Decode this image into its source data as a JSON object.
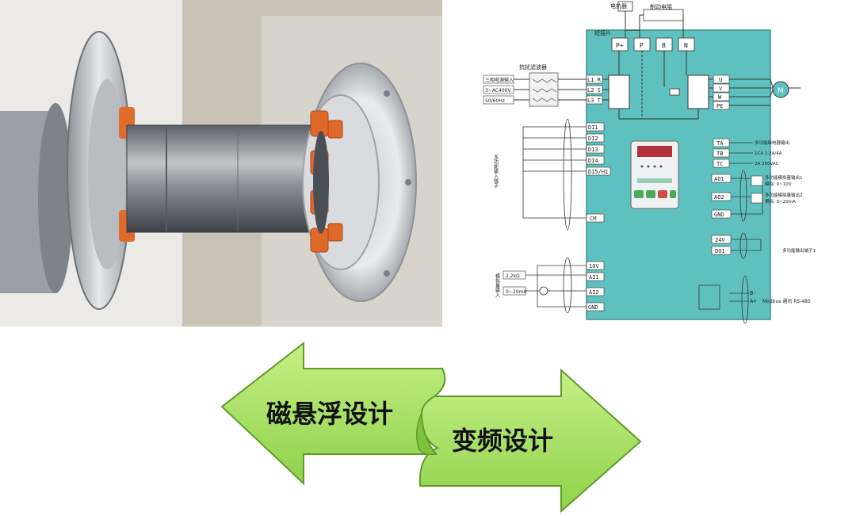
{
  "vfd": {
    "top_label_1": "电抗器",
    "top_label_2": "制动电阻",
    "top_label_3": "短接片",
    "filter_label": "抗扰滤波器",
    "dc_terminals": [
      "P+",
      "P",
      "B",
      "N"
    ],
    "power_inputs": [
      "三相电源输入",
      "3~AC400V",
      "50/60Hz"
    ],
    "input_terminals": [
      "L1 R",
      "L2 S",
      "L3 T"
    ],
    "output_terminals": [
      "U",
      "V",
      "W",
      "PE"
    ],
    "motor_label": "M",
    "di_terminals": [
      "DI1",
      "DI2",
      "DI3",
      "DI4",
      "DI5/HI"
    ],
    "di_side_label": "多功能输入端子",
    "com_label": "CM",
    "relay_terminals": [
      "TA",
      "TB",
      "TC"
    ],
    "relay_notes": [
      "多功能继电器输出",
      "1CA 1.2A/4A",
      "2A 250VAC"
    ],
    "ao_terminals": [
      "AO1",
      "AO2",
      "GND"
    ],
    "ao_notes": [
      "多功能模拟量输出1",
      "模拟: 0~10V",
      "多功能模拟量输出2",
      "模拟: 0~20mA"
    ],
    "do_terminals": [
      "24V",
      "DO1"
    ],
    "do_note": "多功能输出端子1",
    "ai_terminals": [
      "10V",
      "AI1",
      "AI2",
      "GND"
    ],
    "ai_side_label": "模拟量输入",
    "ai_notes": [
      "2.2kΩ",
      "0~20mA"
    ],
    "comm_terminals": [
      "B-",
      "A+"
    ],
    "comm_label": "Modbus 通讯 RS-485"
  },
  "arrows": {
    "left_label": "磁悬浮设计",
    "right_label": "变频设计",
    "color_fill": "#a6e05b",
    "color_edge": "#5e9b2a"
  }
}
